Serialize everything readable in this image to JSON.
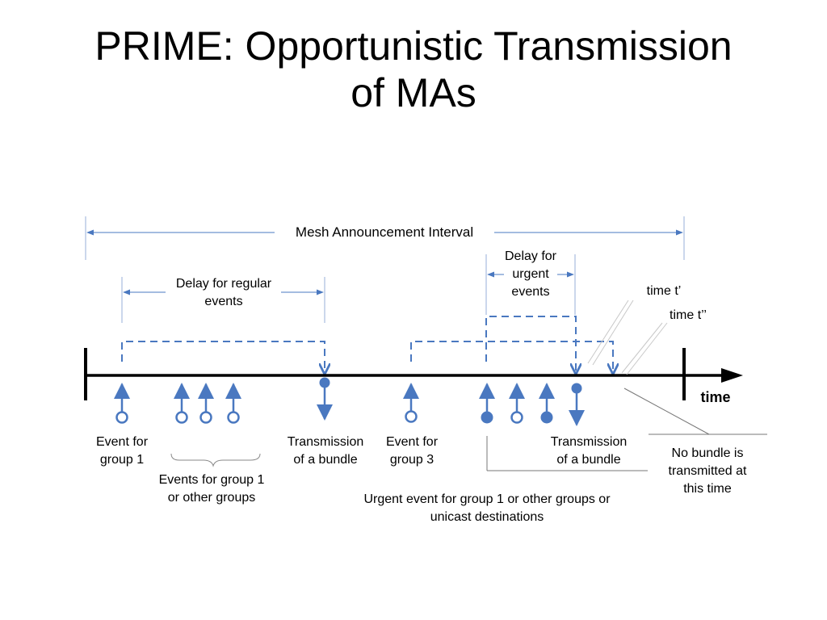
{
  "slide": {
    "title_line1": "PRIME: Opportunistic Transmission",
    "title_line2": "of MAs"
  },
  "labels": {
    "mesh_interval": "Mesh Announcement Interval",
    "delay_regular_l1": "Delay for regular",
    "delay_regular_l2": "events",
    "delay_urgent_l1": "Delay for",
    "delay_urgent_l2": "urgent",
    "delay_urgent_l3": "events",
    "time_t1": "time t’",
    "time_t2": "time t’’",
    "time": "time",
    "event_g1_l1": "Event for",
    "event_g1_l2": "group 1",
    "events_group_l1": "Events for group 1",
    "events_group_l2": "or other groups",
    "tx1_l1": "Transmission",
    "tx1_l2": "of a bundle",
    "event_g3_l1": "Event for",
    "event_g3_l2": "group 3",
    "tx2_l1": "Transmission",
    "tx2_l2": "of a bundle",
    "urgent_l1": "Urgent event for group 1 or other groups or",
    "urgent_l2": "unicast destinations",
    "no_bundle_l1": "No bundle is",
    "no_bundle_l2": "transmitted at",
    "no_bundle_l3": "this time"
  },
  "colors": {
    "accent": "#4a78c0",
    "axis": "#000000",
    "guide": "#a8bce0"
  }
}
